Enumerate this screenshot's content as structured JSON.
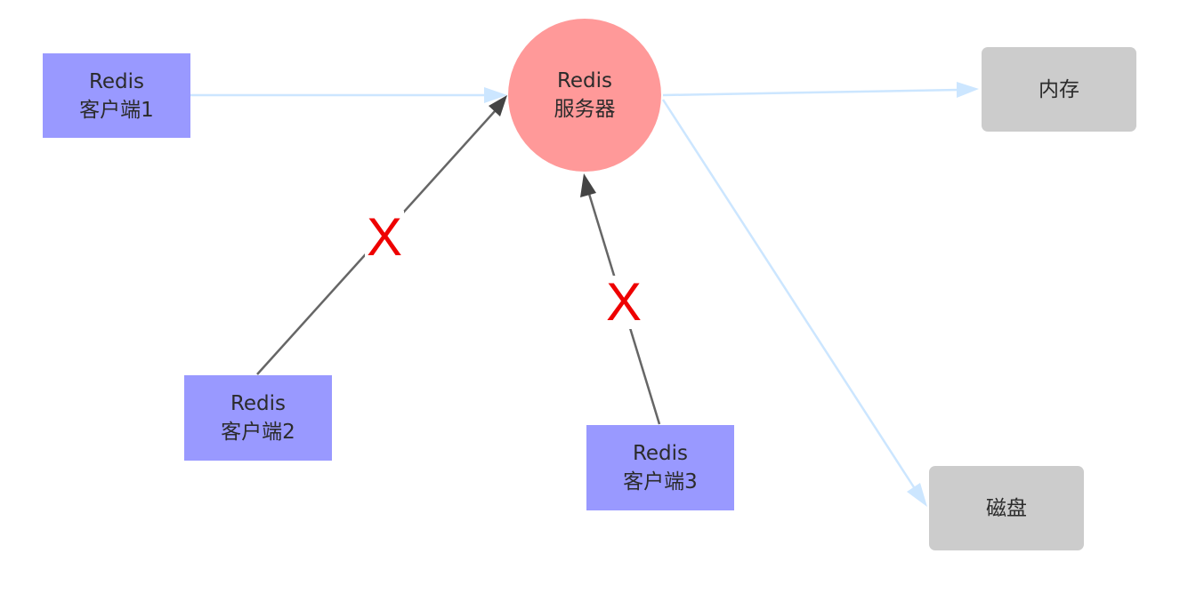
{
  "nodes": {
    "client1": {
      "line1": "Redis",
      "line2": "客户端1"
    },
    "client2": {
      "line1": "Redis",
      "line2": "客户端2"
    },
    "client3": {
      "line1": "Redis",
      "line2": "客户端3"
    },
    "server": {
      "line1": "Redis",
      "line2": "服务器"
    },
    "memory": {
      "label": "内存"
    },
    "disk": {
      "label": "磁盘"
    }
  },
  "blocked_marks": {
    "client2_link": "X",
    "client3_link": "X"
  },
  "colors": {
    "client": "#9999ff",
    "server": "#ff9999",
    "storage": "#cccccc",
    "active_link": "#cce6ff",
    "blocked_link": "#666666",
    "blocked_mark": "#ee0000"
  }
}
